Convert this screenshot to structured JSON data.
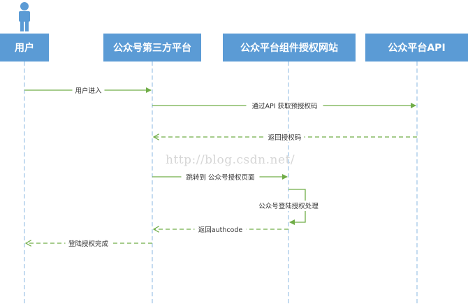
{
  "participants": [
    {
      "id": "user",
      "label": "用户"
    },
    {
      "id": "third",
      "label": "公众号第三方平台"
    },
    {
      "id": "site",
      "label": "公众平台组件授权网站"
    },
    {
      "id": "api",
      "label": "公众平台API"
    }
  ],
  "messages": [
    {
      "from": "user",
      "to": "third",
      "label": "用户进入",
      "dashed": false
    },
    {
      "from": "third",
      "to": "api",
      "label": "通过API 获取预授权码",
      "dashed": false
    },
    {
      "from": "api",
      "to": "third",
      "label": "返回授权码",
      "dashed": true
    },
    {
      "from": "third",
      "to": "site",
      "label": "跳转到 公众号授权页面",
      "dashed": false
    },
    {
      "from": "site",
      "to": "site",
      "label": "公众号登陆授权处理",
      "dashed": false,
      "self": true
    },
    {
      "from": "site",
      "to": "third",
      "label": "返回authcode",
      "dashed": true
    },
    {
      "from": "third",
      "to": "user",
      "label": "登陆授权完成",
      "dashed": true
    }
  ],
  "watermark": "http://blog.csdn.net/",
  "colors": {
    "box": "#5b9bd5",
    "lifeline": "#9dc3e6",
    "arrow": "#70ad47",
    "actor": "#5b9bd5"
  }
}
